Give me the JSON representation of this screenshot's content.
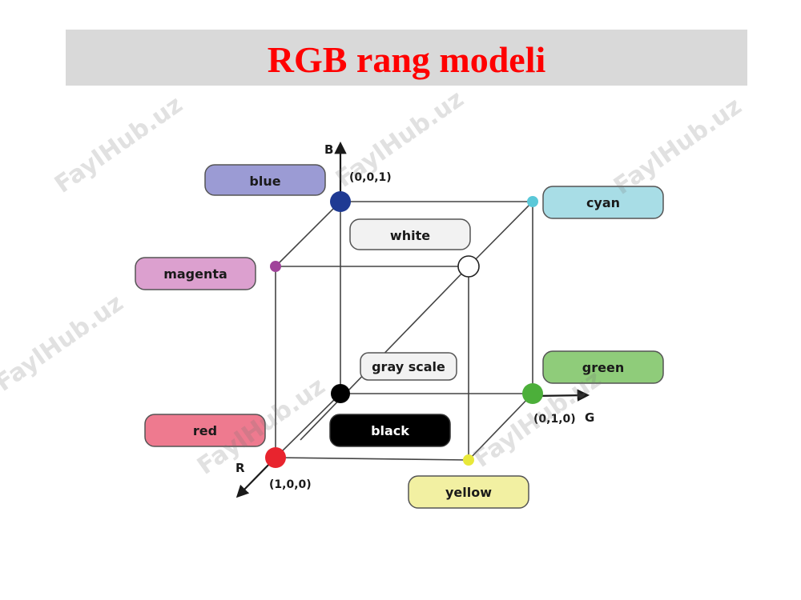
{
  "title": "RGB rang modeli",
  "axes": {
    "r": "R",
    "g": "G",
    "b": "B"
  },
  "coordinates": {
    "blue": "(0,0,1)",
    "green": "(0,1,0)",
    "red": "(1,0,0)"
  },
  "labels": {
    "blue": "blue",
    "cyan": "cyan",
    "white": "white",
    "magenta": "magenta",
    "gray_scale": "gray scale",
    "green": "green",
    "red": "red",
    "black": "black",
    "yellow": "yellow"
  },
  "colors": {
    "title": "#ff0000",
    "blue_pill": "#9b9bd4",
    "cyan_pill": "#a8dde6",
    "white_pill": "#f2f2f2",
    "magenta_pill": "#dca0cf",
    "gray_pill": "#f2f2f2",
    "green_pill": "#8fcc7a",
    "red_pill": "#ee7a8f",
    "black_pill": "#000000",
    "yellow_pill": "#f2f0a2",
    "blue_dot": "#1f3a93",
    "cyan_dot": "#5ac8d8",
    "magenta_dot": "#a0449a",
    "green_dot": "#4caf3a",
    "red_dot": "#e8242e",
    "yellow_dot": "#e8e83a",
    "black_dot": "#000000"
  },
  "watermark": "FaylHub.uz"
}
